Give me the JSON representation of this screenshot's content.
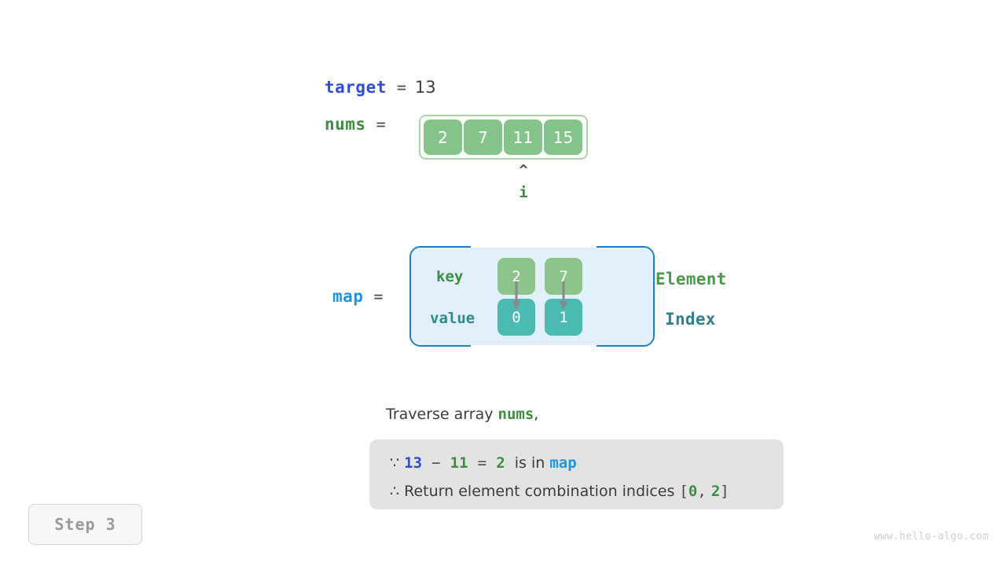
{
  "target": {
    "name": "target",
    "equals": "=",
    "value": "13"
  },
  "nums": {
    "name": "nums",
    "equals": "=",
    "cells": [
      "2",
      "7",
      "11",
      "15"
    ],
    "pointer": {
      "caret": "^",
      "label": "i",
      "index": 2
    }
  },
  "map": {
    "name": "map",
    "equals": "=",
    "row_labels": {
      "key": "key",
      "value": "value"
    },
    "side_labels": {
      "element": "Element",
      "index": "Index"
    },
    "entries": [
      {
        "key": "2",
        "value": "0"
      },
      {
        "key": "7",
        "value": "1"
      }
    ]
  },
  "caption": {
    "prefix": "Traverse array ",
    "code": "nums",
    "suffix": ","
  },
  "explanation": {
    "line1": {
      "because_symbol": "∵",
      "target": "13",
      "minus": "−",
      "current": "11",
      "equals": "=",
      "complement": "2",
      "middle": "is in",
      "map": "map"
    },
    "line2": {
      "therefore_symbol": "∴",
      "text": "Return element combination indices",
      "bracket_open": "[",
      "index_a": "0",
      "comma": ",",
      "index_b": "2",
      "bracket_close": "]"
    }
  },
  "step_badge": "Step 3",
  "watermark": "www.hello-algo.com",
  "colors": {
    "var_blue": "#2f4fd0",
    "var_green": "#3e8e41",
    "var_lightblue": "#2196dd",
    "array_cell": "#84c48a",
    "array_border": "#a9d5a9",
    "key_cell": "#8cc48c",
    "value_cell": "#4bbab3",
    "map_fill": "#e1f0fb",
    "map_border": "#1f7fc4",
    "explain_bg": "#e3e3e3",
    "arrow_gray": "#8a8a8a",
    "element_green": "#4a9a4a",
    "index_teal": "#31808a"
  }
}
